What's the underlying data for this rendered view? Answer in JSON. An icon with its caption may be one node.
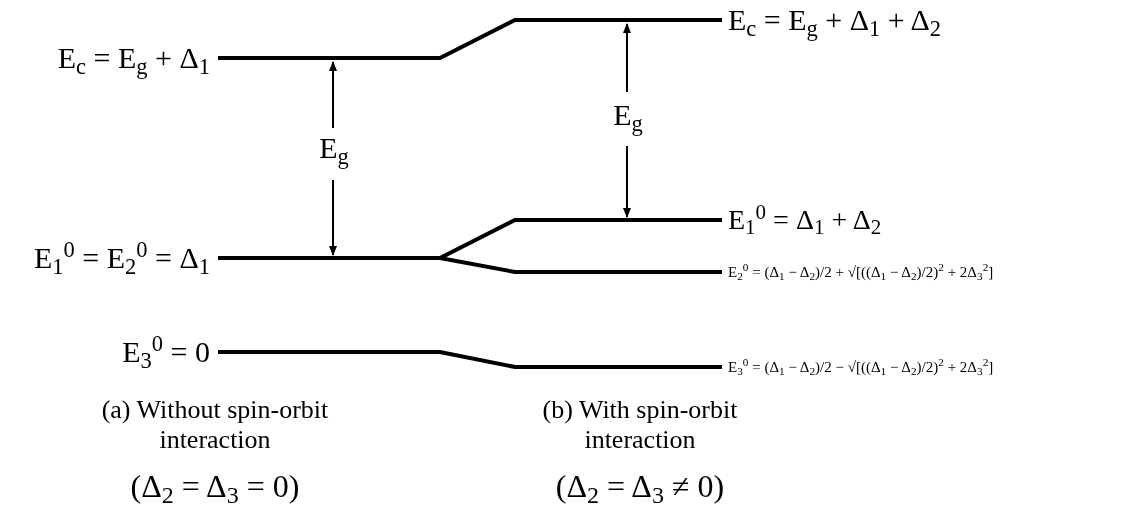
{
  "diagram": {
    "nodes": [
      {
        "text": [
          "E$_{c}$ = E$_{g}$ + Δ$_{1}$"
        ]
      },
      {
        "text": [
          "E$_{1}$$^{0}$ = E$_{2}$$^{0}$ = Δ$_{1}$"
        ]
      },
      {
        "text": [
          "E$_{3}$$^{0}$ = 0"
        ]
      },
      {
        "text": [
          "E$_{c}$ = E$_{g}$ + Δ$_{1}$ + Δ$_{2}$"
        ]
      },
      {
        "text": [
          "E$_{1}$$^{0}$ = Δ$_{1}$ + Δ$_{2}$"
        ]
      },
      {
        "text": [
          "E$_{2}$$^{0}$ = (Δ$_{1}$ − Δ$_{2}$)/2 + √[((Δ$_{1}$ − Δ$_{2}$)/2)$^{2}$ + 2Δ$_{3}$$^{2}$]"
        ]
      },
      {
        "text": [
          "E$_{3}$$^{0}$ = (Δ$_{1}$ − Δ$_{2}$)/2 − √[((Δ$_{1}$ − Δ$_{2}$)/2)$^{2}$ + 2Δ$_{3}$$^{2}$]"
        ]
      }
    ],
    "edges": [
      {
        "from": 0,
        "to": 3,
        "arrow": "none"
      },
      {
        "from": 1,
        "to": 4,
        "arrow": "none"
      },
      {
        "from": 1,
        "to": 5,
        "arrow": "none"
      },
      {
        "from": 2,
        "to": 6,
        "arrow": "none"
      }
    ],
    "labels": [
      "E$_{g}$",
      "E$_{g}$",
      "(a) Without spin-orbit interaction",
      "(Δ$_{2}$ = Δ$_{3}$ = 0)",
      "(b) With spin-orbit interaction",
      "(Δ$_{2}$ = Δ$_{3}$ ≠ 0)"
    ]
  }
}
